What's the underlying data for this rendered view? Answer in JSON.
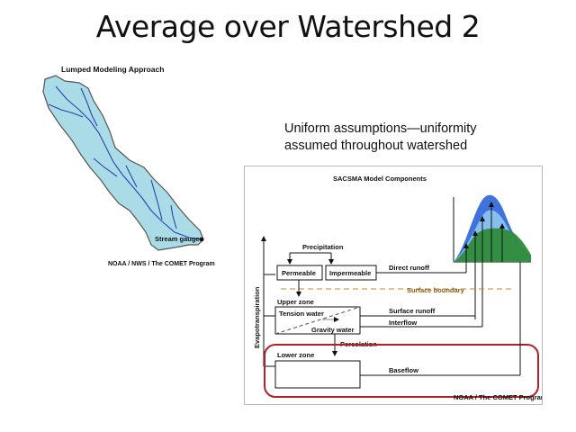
{
  "slide": {
    "title": "Average over Watershed 2",
    "caption_line1": "Uniform assumptions—uniformity",
    "caption_line2": "assumed throughout watershed"
  },
  "map": {
    "heading": "Lumped Modeling Approach",
    "gauge_label": "Stream gauge",
    "credit": "NOAA / NWS / The COMET Program",
    "colors": {
      "basin_fill": "#a9dce6",
      "river": "#2f3fb0",
      "outline": "#555555"
    }
  },
  "model": {
    "title": "SACSMA Model Components",
    "labels": {
      "precipitation": "Precipitation",
      "permeable": "Permeable",
      "impermeable": "Impermeable",
      "direct_runoff": "Direct runoff",
      "surface_boundary": "Surface boundary",
      "upper_zone": "Upper zone",
      "tension_water": "Tension water",
      "gravity_water": "Gravity water",
      "surface_runoff": "Surface runoff",
      "interflow": "Interflow",
      "evapotranspiration": "Evapotranspiration",
      "percolation": "Percolation",
      "lower_zone": "Lower zone",
      "baseflow": "Baseflow",
      "credit": "NOAA / The COMET Program"
    },
    "colors": {
      "highlight": "#b32025",
      "boundary_line": "#c08a2a",
      "hydrograph_blue": "#2a63d8",
      "hydrograph_green": "#2e8b3a"
    }
  }
}
